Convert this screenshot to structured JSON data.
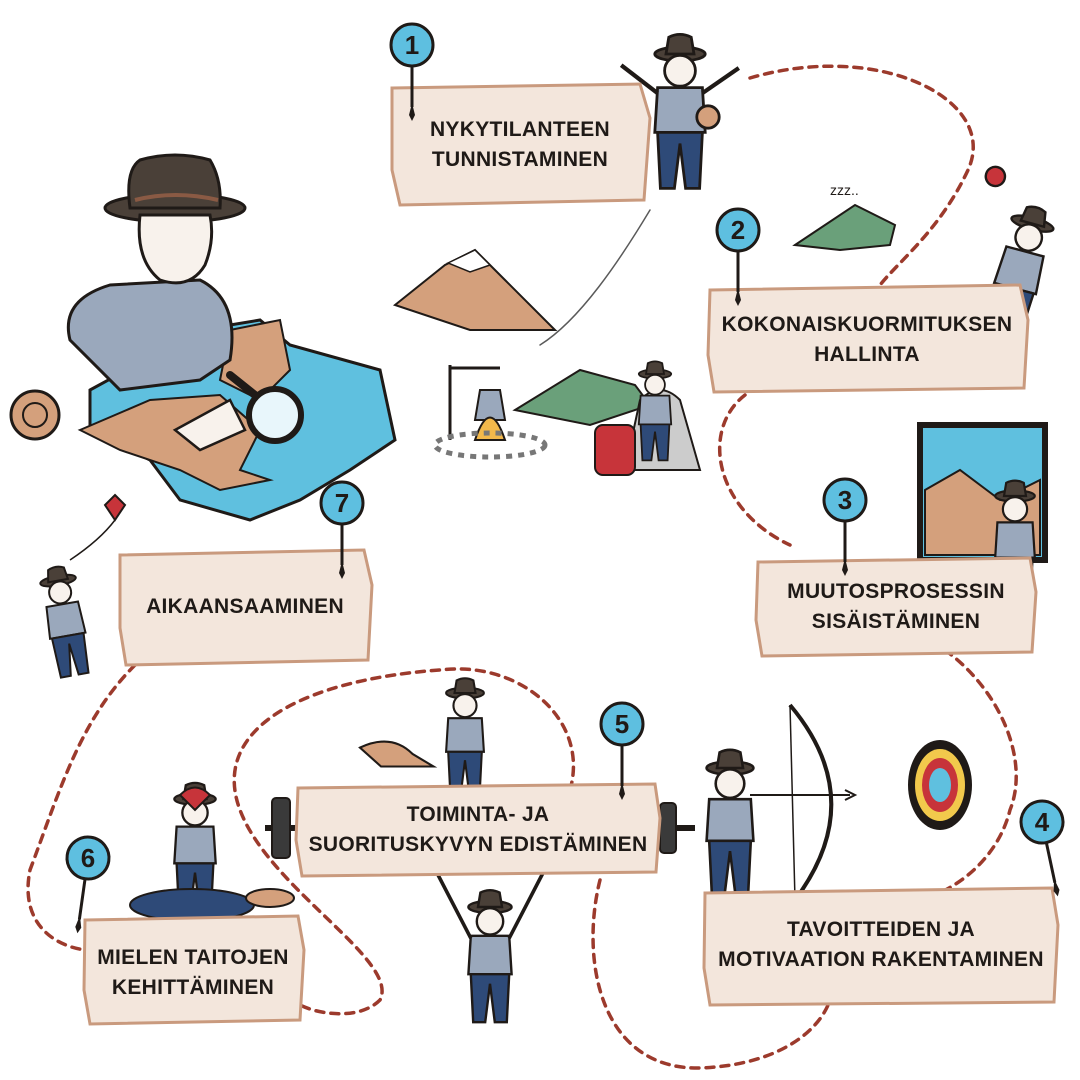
{
  "colors": {
    "banner_fill": "#f3e6dc",
    "banner_edge": "#c99a7e",
    "path": "#9c3a2c",
    "pin": "#5ebfe0",
    "ink": "#1f1a17",
    "shirt": "#9aa8bc",
    "trousers": "#2e4a78",
    "hat": "#4a4038",
    "mountain": "#d4a07c",
    "water": "#5fc0df",
    "tent": "#6aa07a"
  },
  "icons": [
    "map-pin-icon",
    "explorer-figure",
    "mountain-icon",
    "tent-icon",
    "campfire-icon",
    "bow-icon",
    "target-icon",
    "barbell-icon",
    "kite-icon",
    "window-picture-icon",
    "magnifier-icon"
  ],
  "steps": [
    {
      "number": "1",
      "line1": "NYKYTILANTEEN",
      "line2": "TUNNISTAMINEN"
    },
    {
      "number": "2",
      "line1": "KOKONAISKUORMITUKSEN",
      "line2": "HALLINTA"
    },
    {
      "number": "3",
      "line1": "MUUTOSPROSESSIN",
      "line2": "SISÄISTÄMINEN"
    },
    {
      "number": "4",
      "line1": "TAVOITTEIDEN JA",
      "line2": "MOTIVAATION RAKENTAMINEN"
    },
    {
      "number": "5",
      "line1": "TOIMINTA- JA",
      "line2": "SUORITUSKYVYN EDISTÄMINEN"
    },
    {
      "number": "6",
      "line1": "MIELEN TAITOJEN",
      "line2": "KEHITTÄMINEN"
    },
    {
      "number": "7",
      "line1": "AIKAANSAAMINEN",
      "line2": ""
    }
  ],
  "sleep_text": "zzz.."
}
